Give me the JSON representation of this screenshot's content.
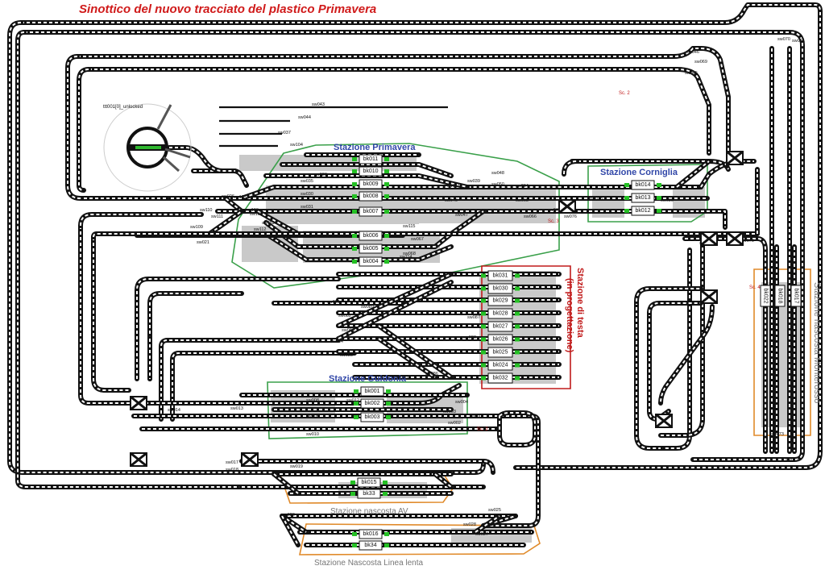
{
  "title": "Sinottico del nuovo tracciato del plastico Primavera",
  "turntable_label": "ttt001[0]_unlocked",
  "stations": {
    "primavera": "Stazione Primavera",
    "corniglia": "Stazione Corniglia",
    "guidonia": "Stazione Guidonia",
    "testa": "Stazione di testa",
    "testa_sub": "(in progettazione)",
    "nascosta_av": "Stazione nascosta AV",
    "nascosta_lenta": "Stazione Nascosta Linea lenta",
    "monterosso": "Stazione nascosta Monterosso"
  },
  "scene_labels": [
    "Sc. 2",
    "Sc. 3",
    "Sc. 2",
    "Sc. 4"
  ],
  "blocks_primavera": [
    "bk011",
    "bk010",
    "bk009",
    "bk008",
    "bk007",
    "bk006",
    "bk005",
    "bk004"
  ],
  "blocks_corniglia": [
    "bk014",
    "bk013",
    "bk012"
  ],
  "blocks_testa": [
    "bk031",
    "bk030",
    "bk029",
    "bk028",
    "bk027",
    "bk026",
    "bk025",
    "bk024",
    "bk032"
  ],
  "blocks_guidonia": [
    "bk001",
    "bk002",
    "bk003"
  ],
  "blocks_av": [
    "bk015",
    "bk33"
  ],
  "blocks_lenta": [
    "bk016",
    "bk34"
  ],
  "blocks_monterosso": [
    "bk022",
    "bk018",
    "bk017"
  ],
  "switches": [
    "sw043",
    "sw044",
    "sw037",
    "sw104",
    "sw036",
    "sw035",
    "sw030",
    "sw031",
    "sw026",
    "sw110",
    "sw111",
    "sw105",
    "sw106",
    "sw107",
    "sw109",
    "sw112",
    "sw113",
    "sw021",
    "sw039",
    "sw040",
    "sw041",
    "sw047",
    "sw048",
    "sw050",
    "sw064",
    "sw065",
    "sw066",
    "sw067",
    "sw068",
    "sw114",
    "sw115",
    "sw045",
    "sw046",
    "sw069",
    "sw070",
    "sw071",
    "sw072",
    "sw073",
    "sw074",
    "sw075",
    "sw076",
    "sw077",
    "sw078",
    "sw080",
    "sw081",
    "sw082",
    "sw083",
    "sw084",
    "sw085",
    "sw086",
    "sw087",
    "sw088",
    "sw089",
    "sw090",
    "sw014",
    "sw013",
    "sw002",
    "sw003",
    "sw001",
    "sw004",
    "sw008",
    "sw009",
    "sw010",
    "sw012",
    "sw017",
    "sw018",
    "sw019",
    "sw020",
    "sw025",
    "sw027",
    "sw028"
  ]
}
